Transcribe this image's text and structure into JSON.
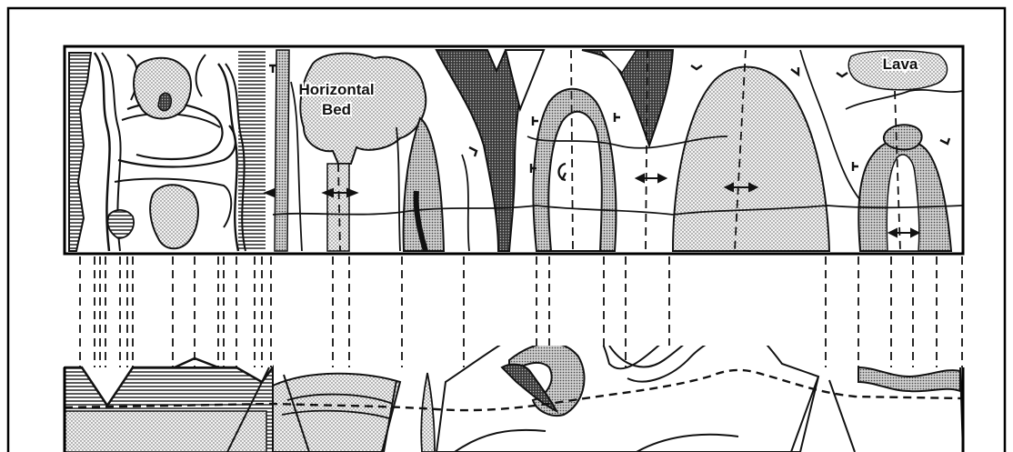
{
  "figure": {
    "labels": {
      "horizontal": "Horizontal",
      "bed": "Bed",
      "lava": "Lava"
    },
    "colors": {
      "ink": "#111111",
      "light_stipple": "#cfcfcf",
      "dark_stipple": "#4a4a4a",
      "frame": "#000000"
    }
  }
}
